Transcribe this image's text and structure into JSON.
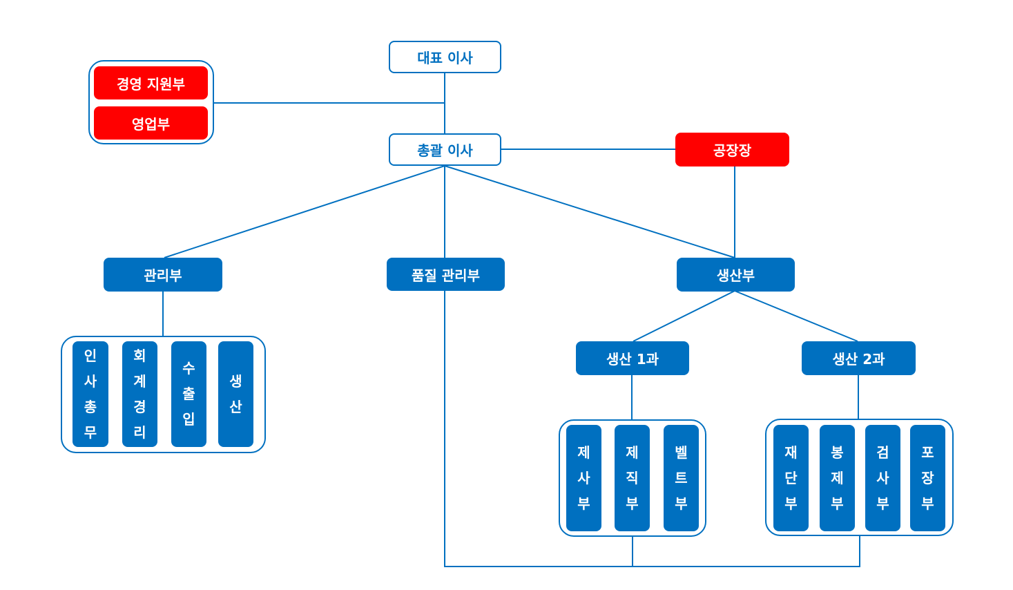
{
  "nodes": {
    "ceo": "대표 이사",
    "management_support": "경영 지원부",
    "sales": "영업부",
    "general_director": "총괄 이사",
    "plant_manager": "공장장",
    "admin_dept": "관리부",
    "quality_dept": "품질 관리부",
    "production_dept": "생산부",
    "production_sec1": "생산 1과",
    "production_sec2": "생산 2과"
  },
  "admin_units": [
    "인사총무",
    "회계경리",
    "수출입",
    "생산"
  ],
  "sec1_units": [
    "제사부",
    "제직부",
    "벨트부"
  ],
  "sec2_units": [
    "재단부",
    "봉제부",
    "검사부",
    "포장부"
  ],
  "colors": {
    "line": "#0070c0",
    "primary": "#0070c0",
    "highlight": "#ff0000"
  }
}
